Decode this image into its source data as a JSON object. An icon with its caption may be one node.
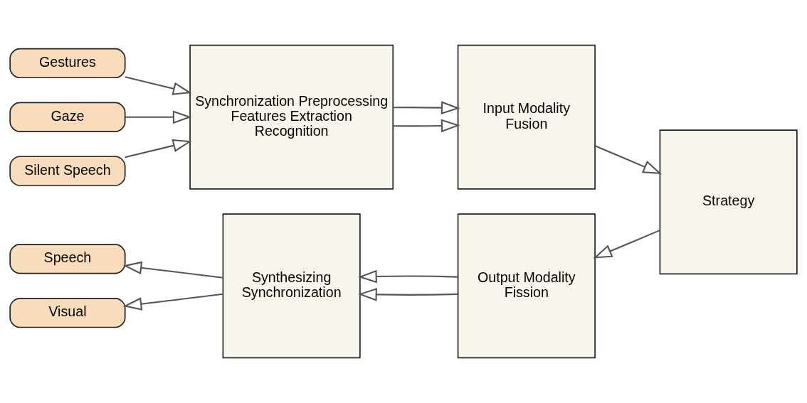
{
  "diagram": {
    "nodes": [
      {
        "text": [
          "Gestures"
        ]
      },
      {
        "text": [
          "Gaze"
        ]
      },
      {
        "text": [
          "Silent Speech"
        ]
      },
      {
        "text": [
          "Synchronization Preprocessing Features Extraction Recognition"
        ]
      },
      {
        "text": [
          "Input Modality Fusion"
        ]
      },
      {
        "text": [
          "Strategy"
        ]
      },
      {
        "text": [
          "Output Modality Fission"
        ]
      },
      {
        "text": [
          "Synthesizing Synchronization"
        ]
      },
      {
        "text": [
          "Speech"
        ]
      },
      {
        "text": [
          "Visual"
        ]
      }
    ],
    "edges": [
      {
        "from": 0,
        "to": 3,
        "arrow": "to"
      },
      {
        "from": 1,
        "to": 3,
        "arrow": "to"
      },
      {
        "from": 2,
        "to": 3,
        "arrow": "to"
      },
      {
        "from": 3,
        "to": 4,
        "arrow": "to"
      },
      {
        "from": 3,
        "to": 4,
        "arrow": "to"
      },
      {
        "from": 4,
        "to": 5,
        "arrow": "to"
      },
      {
        "from": 5,
        "to": 6,
        "arrow": "to"
      },
      {
        "from": 6,
        "to": 7,
        "arrow": "to"
      },
      {
        "from": 6,
        "to": 7,
        "arrow": "to"
      },
      {
        "from": 7,
        "to": 8,
        "arrow": "to"
      },
      {
        "from": 7,
        "to": 9,
        "arrow": "to"
      }
    ]
  }
}
